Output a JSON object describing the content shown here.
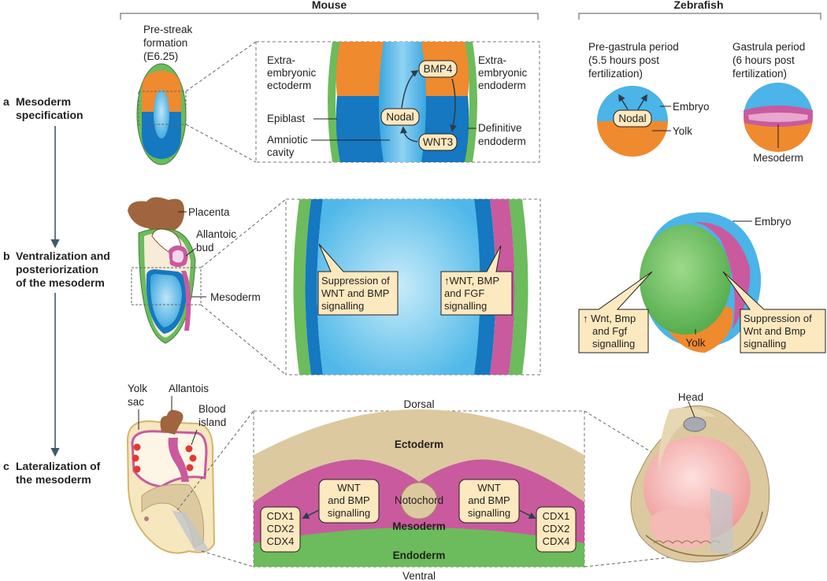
{
  "columns": {
    "mouse": "Mouse",
    "zebrafish": "Zebrafish"
  },
  "sections": {
    "a": {
      "letter": "a",
      "line1": "Mesoderm",
      "line2": "specification"
    },
    "b": {
      "letter": "b",
      "line1": "Ventralization and",
      "line2": "posteriorization",
      "line3": "of the mesoderm"
    },
    "c": {
      "letter": "c",
      "line1": "Lateralization of",
      "line2": "the mesoderm"
    }
  },
  "row_a": {
    "prestreak": [
      "Pre-streak",
      "formation",
      "(E6.25)"
    ],
    "extra_ecto": [
      "Extra-",
      "embryonic",
      "ectoderm"
    ],
    "extra_endo": [
      "Extra-",
      "embryonic",
      "endoderm"
    ],
    "epiblast": "Epiblast",
    "amniotic": [
      "Amniotic",
      "cavity"
    ],
    "definitive": [
      "Definitive",
      "endoderm"
    ],
    "nodal": "Nodal",
    "bmp4": "BMP4",
    "wnt3": "WNT3",
    "pregastrula": [
      "Pre-gastrula period",
      "(5.5 hours post",
      "fertilization)"
    ],
    "gastrula": [
      "Gastrula period",
      "(6 hours post",
      "fertilization)"
    ],
    "zf_nodal": "Nodal",
    "embryo": "Embryo",
    "yolk": "Yolk",
    "mesoderm": "Mesoderm"
  },
  "row_b": {
    "placenta": "Placenta",
    "allantoic": [
      "Allantoic",
      "bud"
    ],
    "mesoderm": "Mesoderm",
    "suppression": [
      "Suppression of",
      "WNT and BMP",
      "signalling"
    ],
    "increase": [
      "↑WNT, BMP",
      "and FGF",
      "signalling"
    ],
    "zf_embryo": "Embryo",
    "zf_increase": [
      "↑ Wnt, Bmp",
      "and Fgf",
      "signalling"
    ],
    "zf_yolk": "Yolk",
    "zf_suppression": [
      "Suppression of",
      "Wnt and Bmp",
      "signalling"
    ]
  },
  "row_c": {
    "yolk_sac": [
      "Yolk",
      "sac"
    ],
    "allantois": "Allantois",
    "blood_island": [
      "Blood",
      "island"
    ],
    "dorsal": "Dorsal",
    "ventral": "Ventral",
    "ectoderm": "Ectoderm",
    "mesoderm": "Mesoderm",
    "endoderm": "Endoderm",
    "notochord": "Notochord",
    "wnt_left": [
      "WNT",
      "and BMP",
      "signalling"
    ],
    "wnt_right": [
      "WNT",
      "and BMP",
      "signalling"
    ],
    "cdx_left": [
      "CDX1",
      "CDX2",
      "CDX4"
    ],
    "cdx_right": [
      "CDX1",
      "CDX2",
      "CDX4"
    ],
    "head": "Head"
  },
  "colors": {
    "orange": "#ef8a2e",
    "blue": "#1578c0",
    "lightblue": "#5fc3ee",
    "green": "#6cbb5c",
    "pink": "#c95a9e",
    "tan": "#dcc9a0",
    "box": "#fde9bf",
    "brown": "#a0653e",
    "arrow": "#3d5a6c"
  }
}
